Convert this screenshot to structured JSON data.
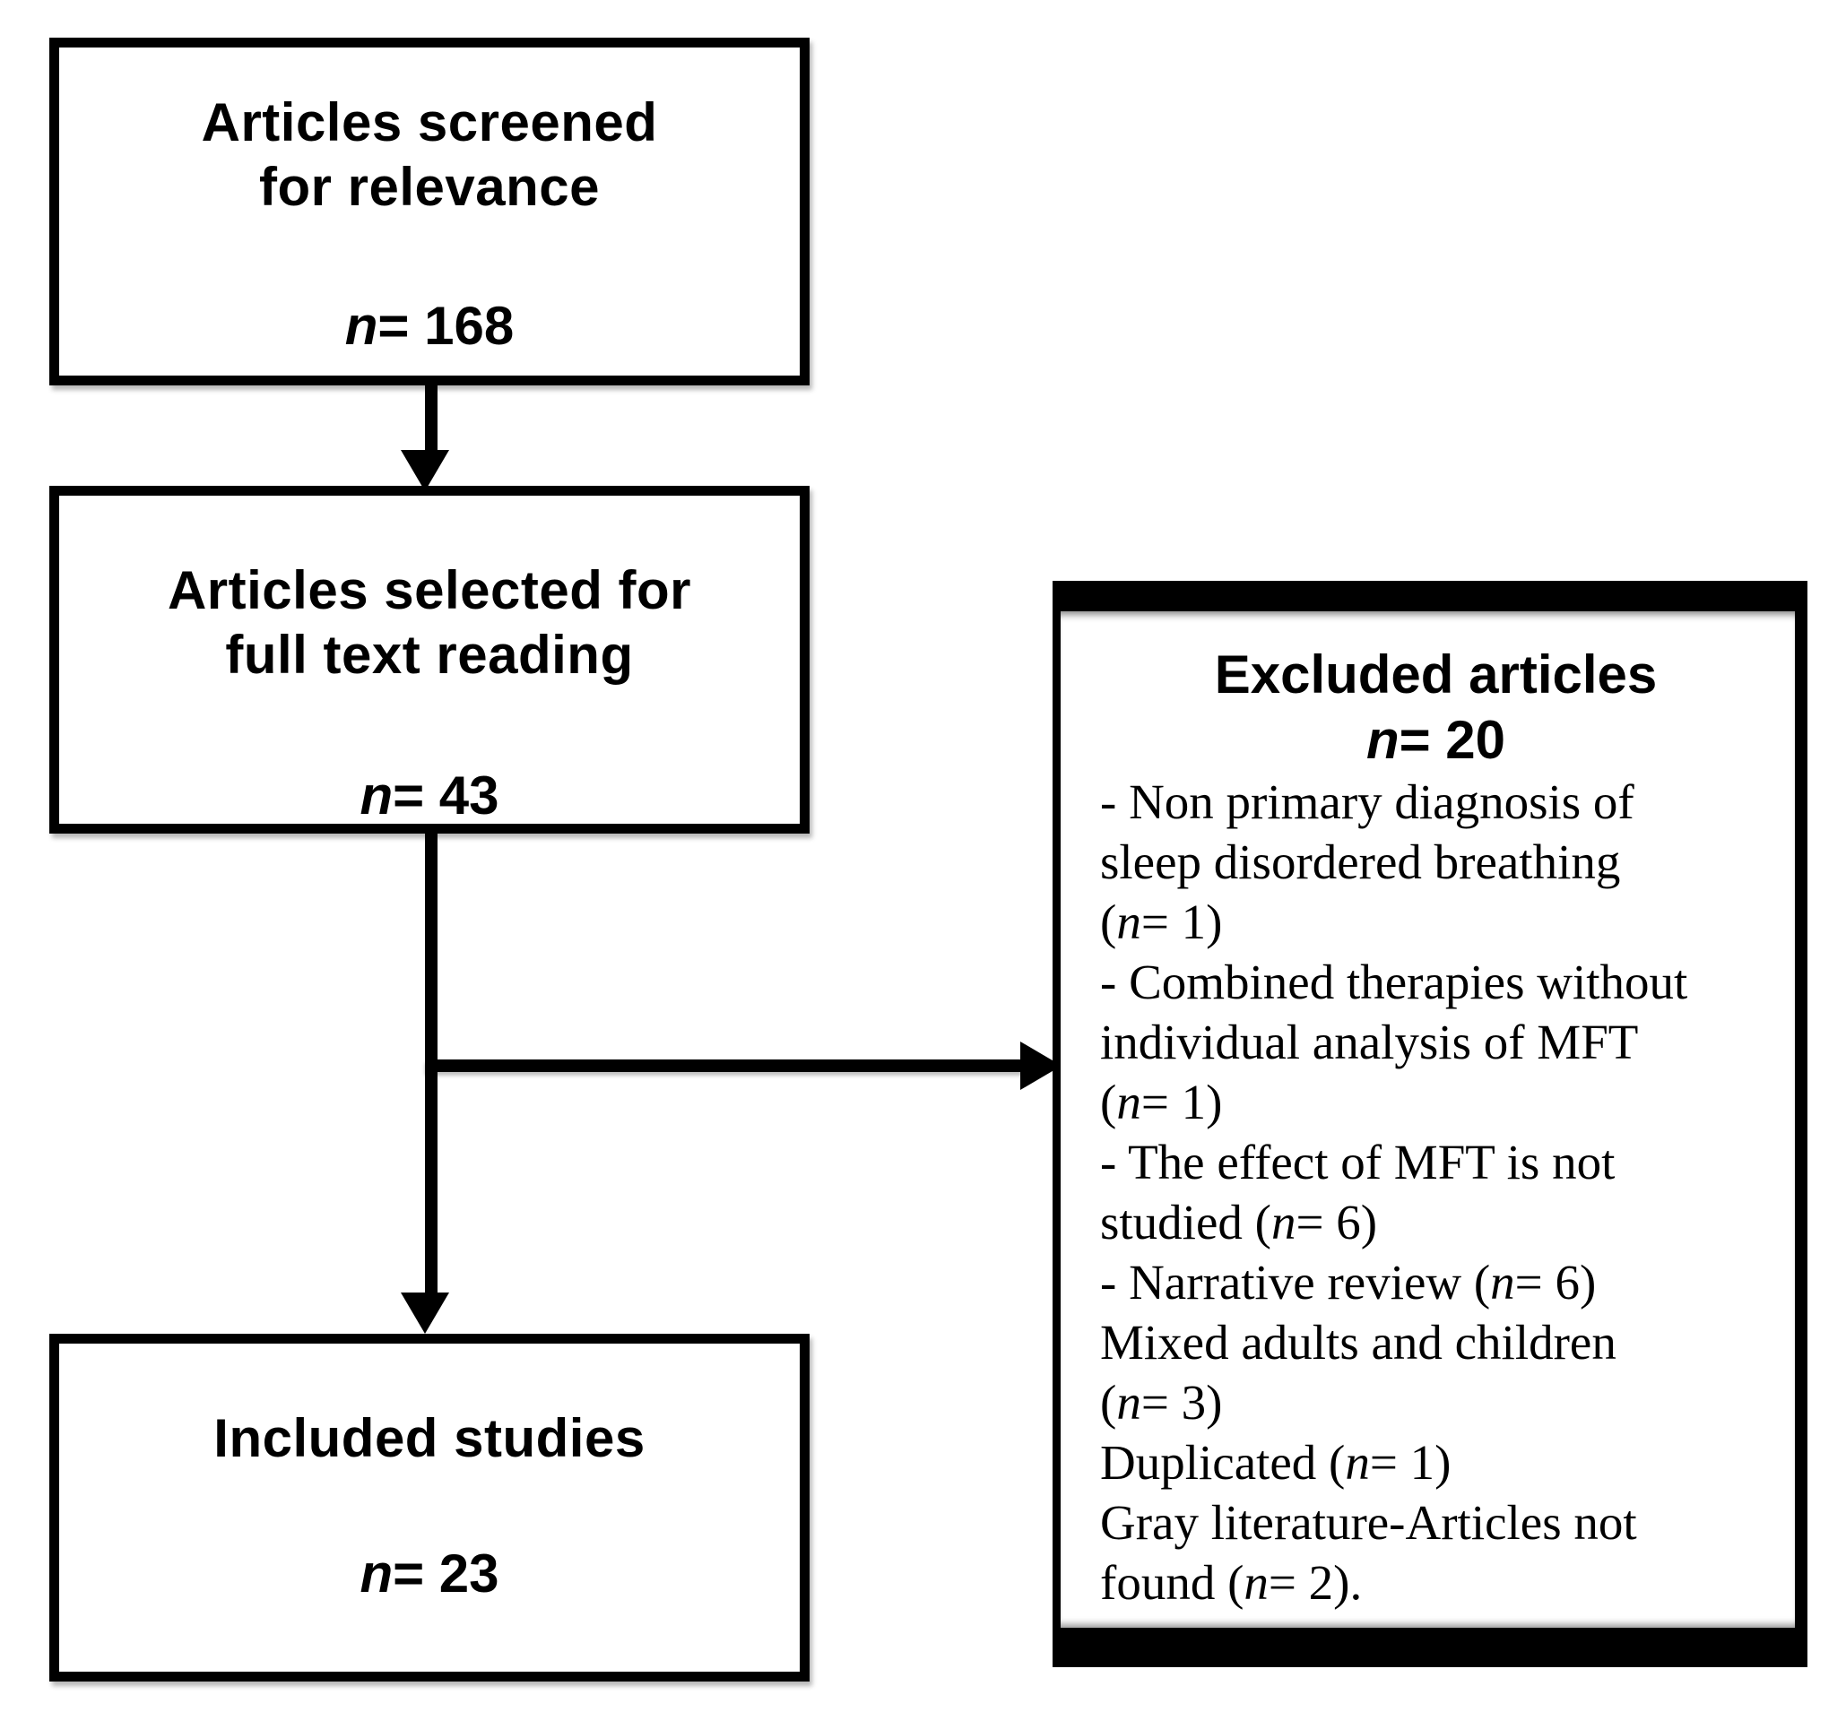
{
  "colors": {
    "line": "#000000",
    "background": "#ffffff",
    "text": "#000000"
  },
  "boxes": {
    "screened": {
      "title": "Articles screened\nfor relevance",
      "count": "n= 168"
    },
    "fulltext": {
      "title": "Articles selected for\nfull text reading",
      "count": "n= 43"
    },
    "included": {
      "title": "Included studies",
      "count": "n= 23"
    },
    "excluded": {
      "title": "Excluded articles",
      "count": "n= 20",
      "lines": [
        "- Non primary diagnosis of",
        "sleep disordered breathing",
        "(n= 1)",
        "- Combined therapies without",
        "individual analysis of MFT",
        "(n= 1)",
        "- The effect of MFT is not",
        "studied (n= 6)",
        "- Narrative review (n= 6)",
        "Mixed adults and children",
        "(n= 3)",
        "Duplicated (n= 1)",
        "Gray literature-Articles not",
        "found (n= 2)."
      ]
    }
  }
}
